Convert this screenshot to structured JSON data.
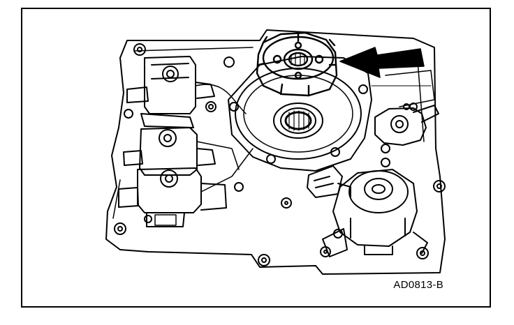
{
  "figure": {
    "code": "AD0813-B",
    "colors": {
      "ink": "#000000",
      "paper": "#ffffff"
    },
    "parts": [
      "valve-body-plate",
      "solenoid-upper",
      "solenoid-middle",
      "solenoid-lower",
      "accumulator-housing",
      "highlighted-rotor",
      "indicator-arrow",
      "rotary-actuator",
      "small-pressure-sensor"
    ]
  }
}
